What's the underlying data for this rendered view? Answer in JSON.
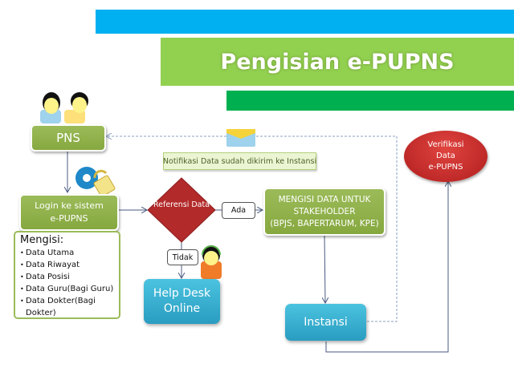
{
  "header": {
    "title": "Pengisian e-PUPNS",
    "colors": {
      "blue_bar": "#00b0f0",
      "green_bar": "#92d050",
      "dark_green_bar": "#00b050"
    }
  },
  "nodes": {
    "pns": {
      "label": "PNS",
      "icon": "people-icon"
    },
    "login": {
      "line1": "Login ke sistem",
      "line2": "e-PUPNS",
      "icon": "gear-lock-icon"
    },
    "mengisi": {
      "title": "Mengisi:",
      "items": [
        "Data Utama",
        "Data Riwayat",
        "Data Posisi",
        "Data Guru(Bagi Guru)",
        "Data Dokter(Bagi Dokter)"
      ]
    },
    "referensi": {
      "label": "Referensi Data"
    },
    "ada": {
      "label": "Ada"
    },
    "tidak": {
      "label": "Tidak"
    },
    "stakeholder": {
      "line1": "MENGISI DATA UNTUK",
      "line2": "STAKEHOLDER",
      "line3": "(BPJS, BAPERTARUM, KPE)"
    },
    "helpdesk": {
      "line1": "Help Desk",
      "line2": "Online",
      "icon": "helpdesk-operator-icon"
    },
    "instansi": {
      "label": "Instansi"
    },
    "verifikasi": {
      "line1": "Verifikasi",
      "line2": "Data",
      "line3": "e-PUPNS"
    },
    "notifikasi": {
      "label": "Notifikasi Data sudah dikirim ke Instansi",
      "icon": "envelope-icon"
    }
  }
}
